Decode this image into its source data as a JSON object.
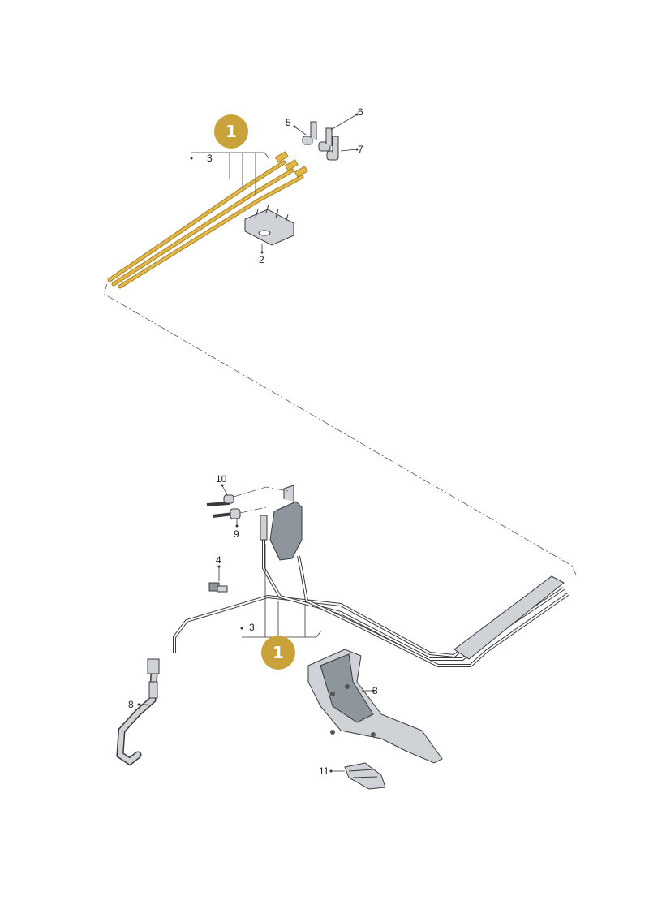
{
  "colors": {
    "highlight": "#e2b84a",
    "highlight_dark": "#a88224",
    "badge": "#c9a23a",
    "part_fill": "#cfd2d6",
    "part_dark": "#8f959c",
    "line": "#333333"
  },
  "badges": [
    {
      "id": "badge-top",
      "label": "1"
    },
    {
      "id": "badge-bottom",
      "label": "1"
    }
  ],
  "callouts": {
    "c2": "2",
    "c3_top": "3",
    "c3_mid": "3",
    "c3_right": "3",
    "c4": "4",
    "c5": "5",
    "c6": "6",
    "c7": "7",
    "c8": "8",
    "c9": "9",
    "c10": "10",
    "c11": "11"
  }
}
